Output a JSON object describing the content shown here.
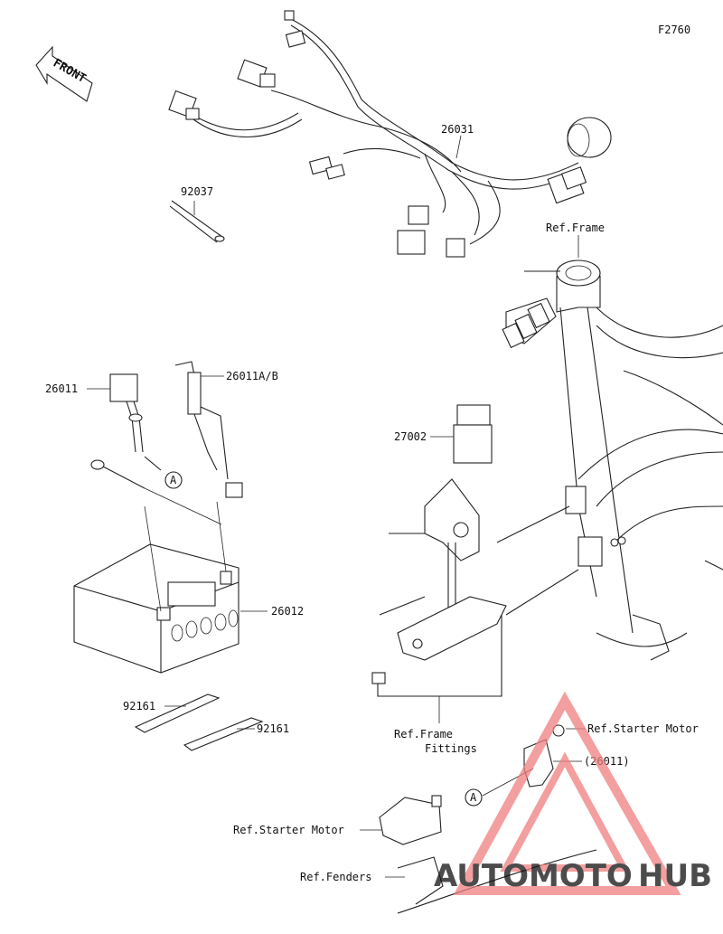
{
  "figure_code": "F2760",
  "front_label": "FRONT",
  "parts": {
    "p26031": "26031",
    "p92037": "92037",
    "p26011": "26011",
    "p26011ab": "26011A/B",
    "p27002": "27002",
    "p26012": "26012",
    "p92161a": "92161",
    "p92161b": "92161",
    "p26011ref": "(26011)"
  },
  "refs": {
    "frame": "Ref.Frame",
    "frame_fittings_1": "Ref.Frame",
    "frame_fittings_2": "Fittings",
    "starter_motor_right": "Ref.Starter Motor",
    "starter_motor_left": "Ref.Starter Motor",
    "fenders": "Ref.Fenders"
  },
  "callouts": {
    "a1": "A",
    "a2": "A"
  },
  "watermark": {
    "part1": "AUTOMOTO",
    "part2": "HUB",
    "color_main": "#f08080",
    "color_dark": "#222222"
  }
}
